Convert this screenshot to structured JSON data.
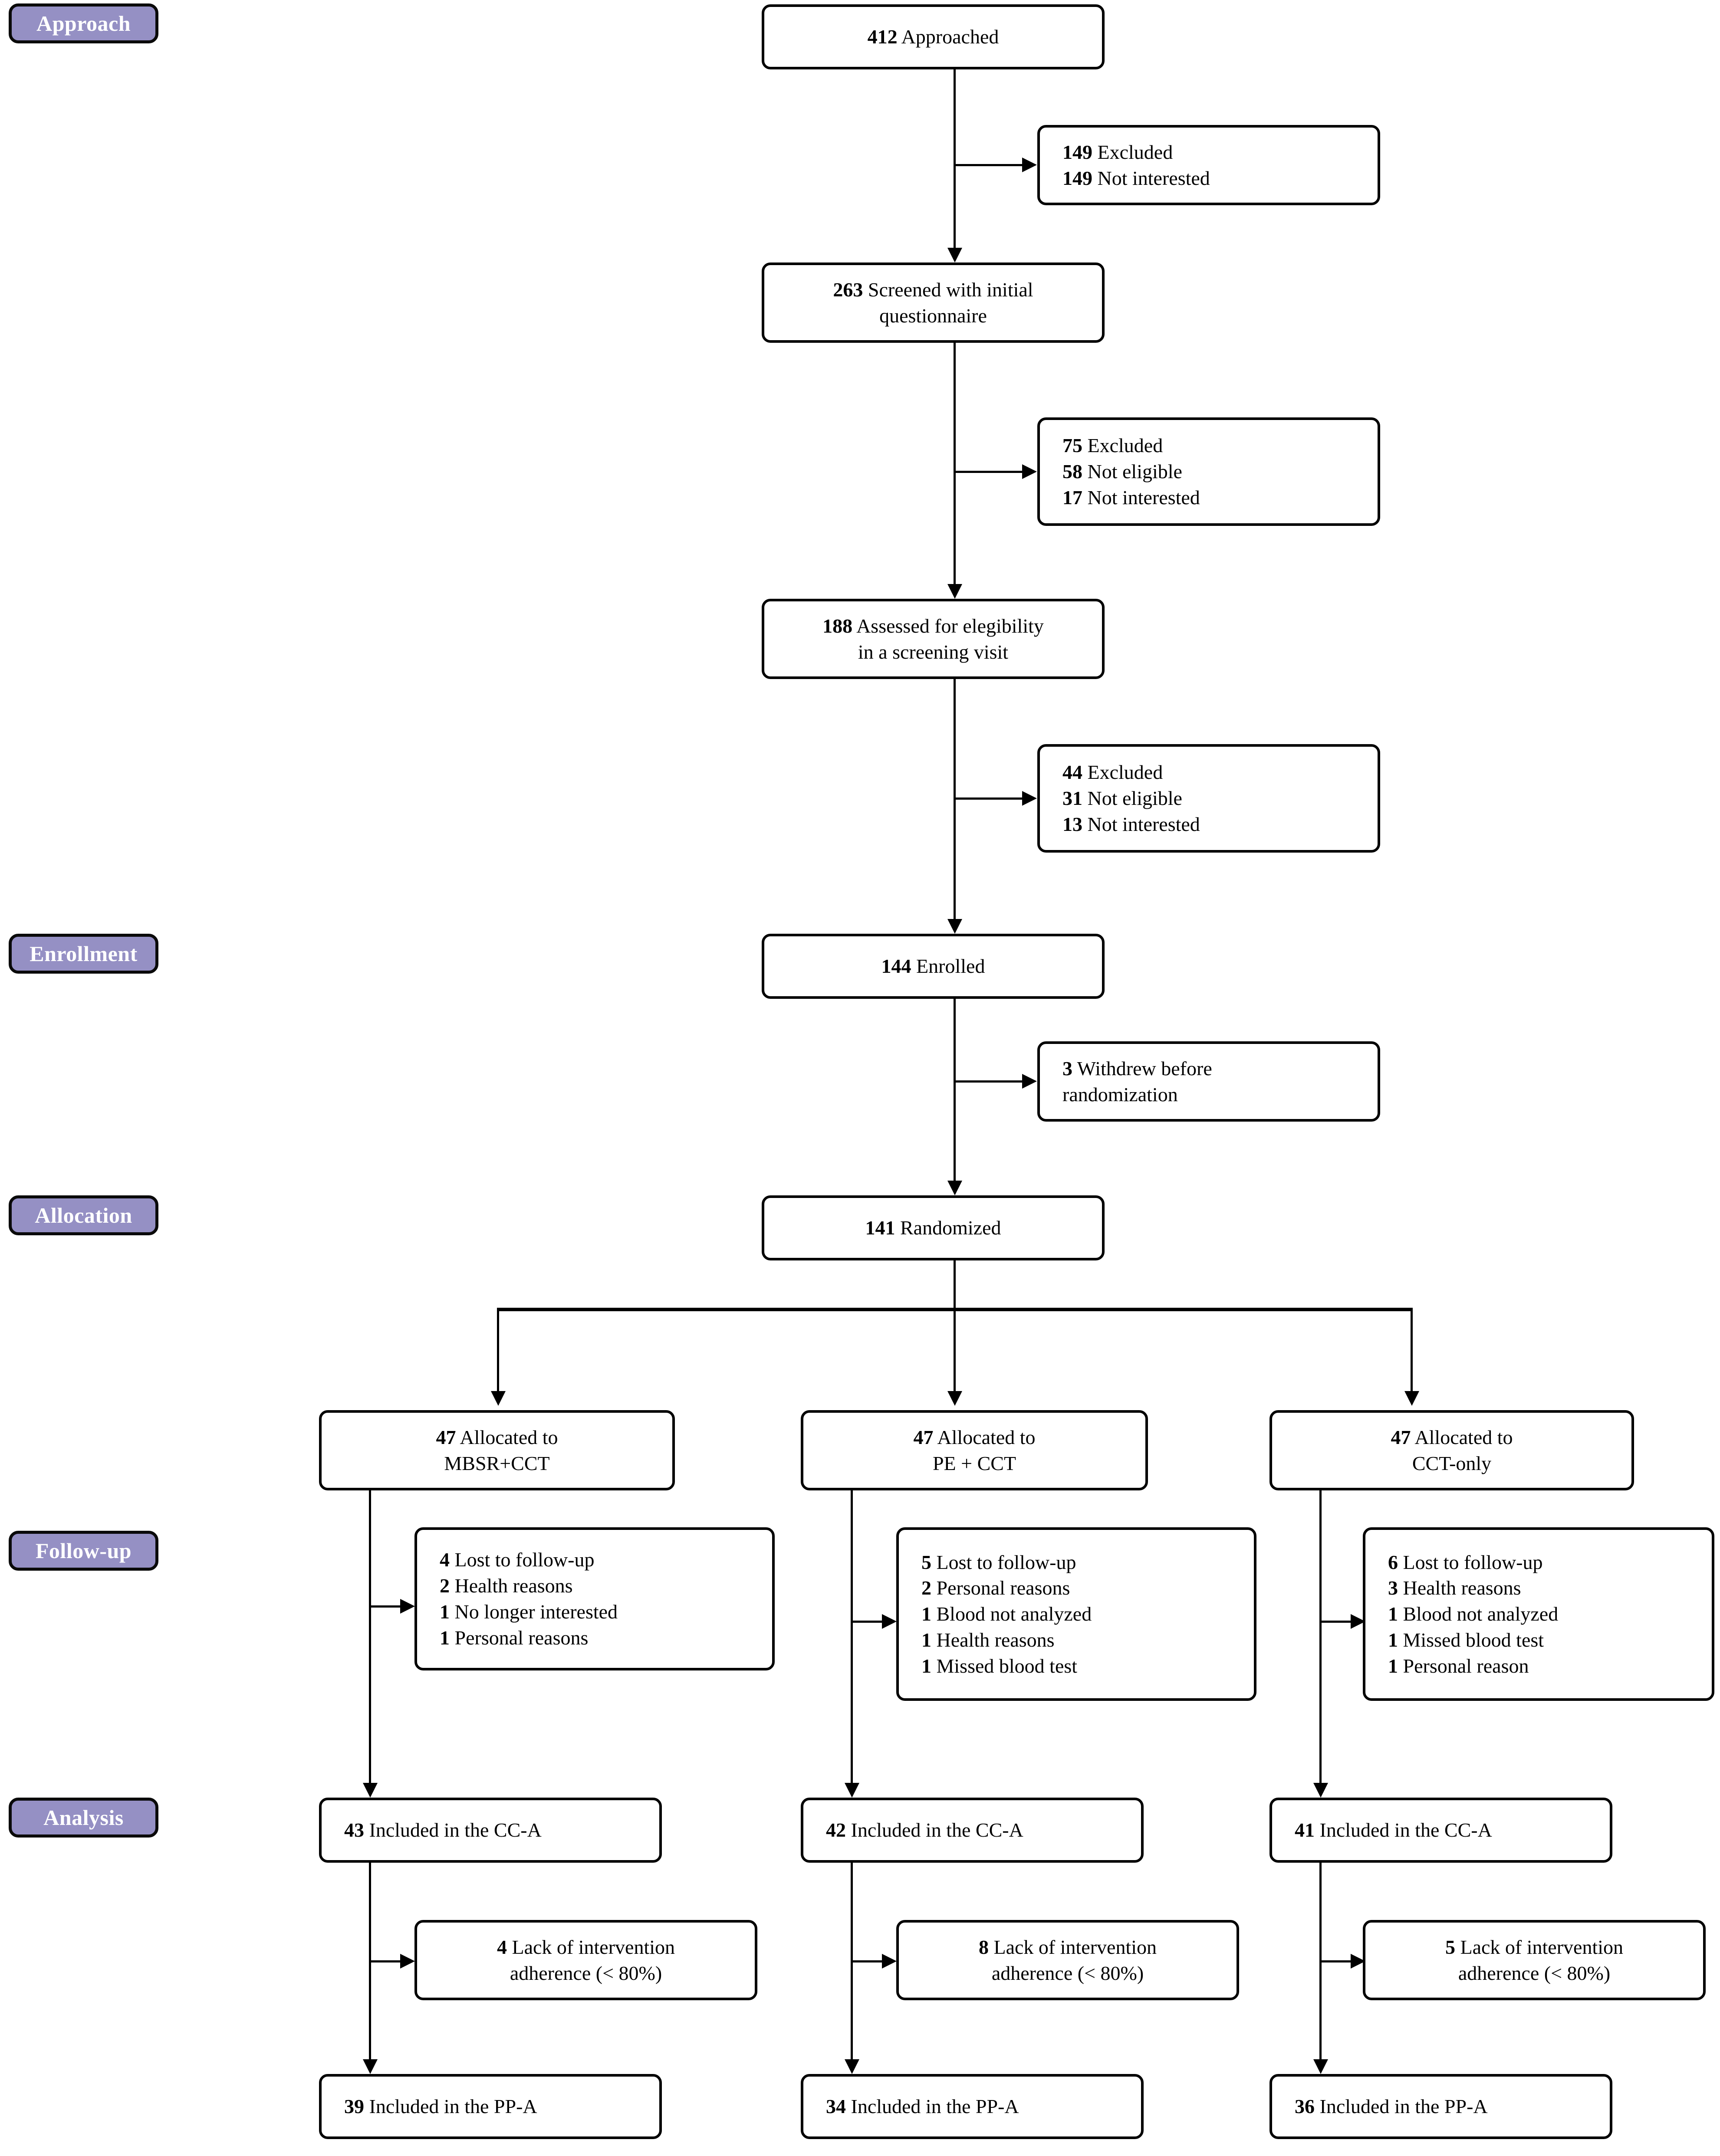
{
  "diagram": {
    "title": "CONSORT participant flow diagram",
    "accent_color": "#9590c4",
    "box_border_color": "#000000",
    "background_color": "#ffffff"
  },
  "stages": [
    {
      "id": "approach",
      "label": "Approach"
    },
    {
      "id": "enrollment",
      "label": "Enrollment"
    },
    {
      "id": "allocation",
      "label": "Allocation"
    },
    {
      "id": "followup",
      "label": "Follow-up"
    },
    {
      "id": "analysis",
      "label": "Analysis"
    }
  ],
  "main_flow": [
    {
      "id": "approached",
      "n": "412",
      "text": " Approached"
    },
    {
      "id": "screened",
      "n": "263",
      "text": " Screened with initial",
      "text2": "questionnaire"
    },
    {
      "id": "assessed",
      "n": "188",
      "text": " Assessed for elegibility",
      "text2": "in a screening visit"
    },
    {
      "id": "enrolled",
      "n": "144",
      "text": " Enrolled"
    },
    {
      "id": "randomized",
      "n": "141",
      "text": " Randomized"
    }
  ],
  "exclusions": [
    {
      "id": "excluded-1",
      "lines": [
        {
          "n": "149",
          "text": " Excluded"
        },
        {
          "n": "149",
          "text": " Not interested"
        }
      ]
    },
    {
      "id": "excluded-2",
      "lines": [
        {
          "n": "75",
          "text": " Excluded"
        },
        {
          "n": "58",
          "text": " Not eligible"
        },
        {
          "n": "17",
          "text": " Not interested"
        }
      ]
    },
    {
      "id": "excluded-3",
      "lines": [
        {
          "n": "44",
          "text": " Excluded"
        },
        {
          "n": "31",
          "text": " Not eligible"
        },
        {
          "n": "13",
          "text": " Not interested"
        }
      ]
    },
    {
      "id": "withdrew",
      "lines": [
        {
          "n": "3",
          "text": " Withdrew before"
        },
        {
          "n": "",
          "text": "randomization"
        }
      ]
    }
  ],
  "arms": [
    {
      "id": "arm-mbsr",
      "allocated": {
        "n": "47",
        "text": " Allocated to",
        "text2": "MBSR+CCT"
      },
      "lost": [
        {
          "n": "4",
          "text": " Lost to follow-up"
        },
        {
          "n": "2",
          "text": " Health reasons"
        },
        {
          "n": "1",
          "text": " No longer interested"
        },
        {
          "n": "1",
          "text": " Personal reasons"
        }
      ],
      "cca": {
        "n": "43",
        "text": " Included in the CC-A"
      },
      "adherence": {
        "n": "4",
        "text": " Lack of intervention",
        "text2": "adherence (< 80%)"
      },
      "ppa": {
        "n": "39",
        "text": " Included in the PP-A"
      }
    },
    {
      "id": "arm-pe",
      "allocated": {
        "n": "47",
        "text": " Allocated to",
        "text2": "PE + CCT"
      },
      "lost": [
        {
          "n": "5",
          "text": " Lost to follow-up"
        },
        {
          "n": "2",
          "text": " Personal reasons"
        },
        {
          "n": "1",
          "text": " Blood not analyzed"
        },
        {
          "n": "1",
          "text": " Health reasons"
        },
        {
          "n": "1",
          "text": " Missed blood test"
        }
      ],
      "cca": {
        "n": "42",
        "text": " Included in the CC-A"
      },
      "adherence": {
        "n": "8",
        "text": " Lack of intervention",
        "text2": "adherence (< 80%)"
      },
      "ppa": {
        "n": "34",
        "text": " Included in the PP-A"
      }
    },
    {
      "id": "arm-cct",
      "allocated": {
        "n": "47",
        "text": " Allocated to",
        "text2": "CCT-only"
      },
      "lost": [
        {
          "n": "6",
          "text": " Lost to follow-up"
        },
        {
          "n": "3",
          "text": " Health reasons"
        },
        {
          "n": "1",
          "text": " Blood not analyzed"
        },
        {
          "n": "1",
          "text": " Missed blood test"
        },
        {
          "n": "1",
          "text": " Personal reason"
        }
      ],
      "cca": {
        "n": "41",
        "text": " Included in the CC-A"
      },
      "adherence": {
        "n": "5",
        "text": " Lack of intervention",
        "text2": "adherence (< 80%)"
      },
      "ppa": {
        "n": "36",
        "text": " Included in the PP-A"
      }
    }
  ]
}
